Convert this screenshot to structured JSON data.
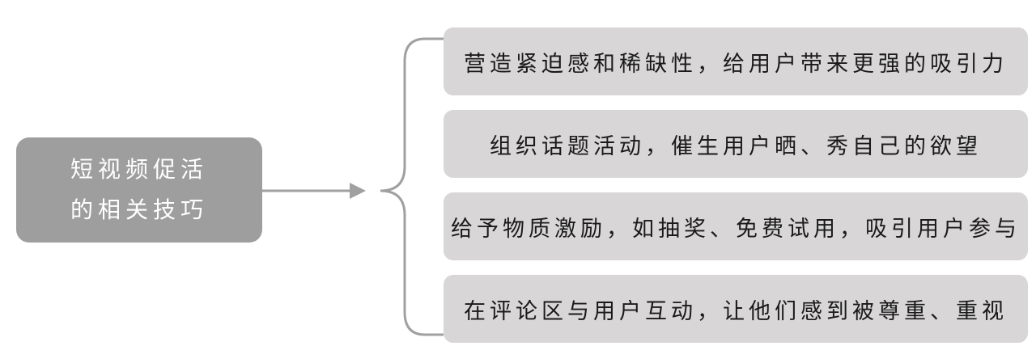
{
  "root": {
    "line1": "短视频促活",
    "line2": "的相关技巧"
  },
  "branches": [
    "营造紧迫感和稀缺性，给用户带来更强的吸引力",
    "组织话题活动，催生用户晒、秀自己的欲望",
    "给予物质激励，如抽奖、免费试用，吸引用户参与",
    "在评论区与用户互动，让他们感到被尊重、重视"
  ],
  "colors": {
    "root_fill": "#9e9e9e",
    "branch_fill": "#d8d6d7",
    "connector": "#a0a0a0"
  }
}
